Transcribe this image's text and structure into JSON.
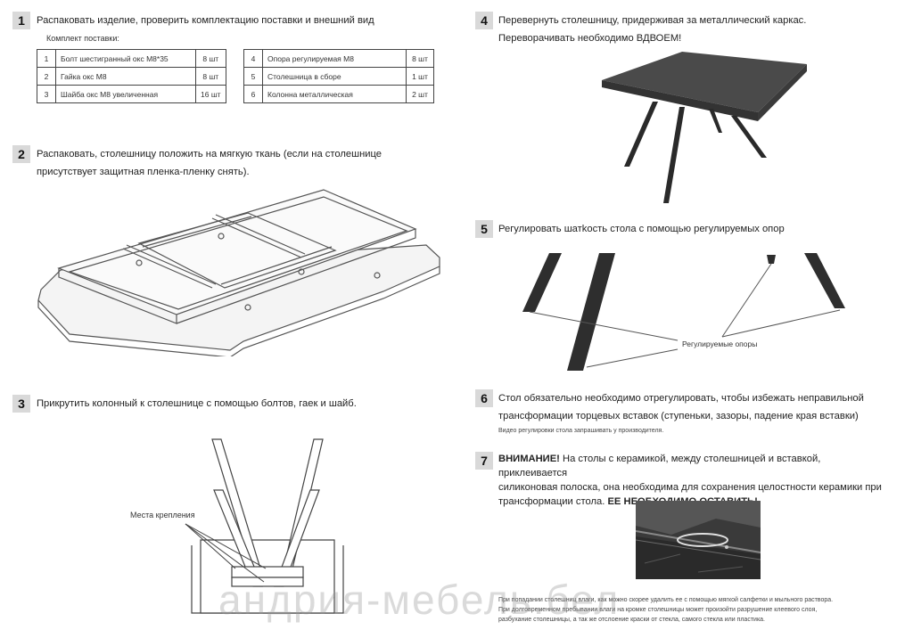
{
  "steps": {
    "s1": {
      "num": "1",
      "text": "Распаковать изделие, проверить комплектацию поставки и внешний вид"
    },
    "s2": {
      "num": "2",
      "line1": "Распаковать, столешницу положить на мягкую ткань (если на столешнице",
      "line2": "присутствует защитная пленка-пленку снять)."
    },
    "s3": {
      "num": "3",
      "text": "Прикрутить колонный к столешнице с помощью болтов, гаек и шайб."
    },
    "s4": {
      "num": "4",
      "line1": "Перевернуть столешницу, придерживая за металлический каркас.",
      "line2": "Переворачивать необходимо ВДВОЕМ!"
    },
    "s5": {
      "num": "5",
      "text": "Регулировать шатkость стола с помощью регулируемых опор"
    },
    "s6": {
      "num": "6",
      "line1": "Стол обязательно необходимо отрегулировать, чтобы избежать неправильной",
      "line2": "трансформации торцевых вставок (ступеньки, зазоры, падение края вставки)",
      "note": "Видео регулировки стола запрашивать у производителя."
    },
    "s7": {
      "num": "7",
      "warn": "ВНИМАНИЕ!",
      "line1": "На столы с керамикой, между столешницей и вставкой, приклеивается",
      "line2": "силиконовая полоска, она необходима для сохранения целостности керамики при",
      "line3_plain": "трансформации стола.",
      "line3_bold": "ЕЕ НЕОБХОДИМО ОСТАВИТЬ!"
    }
  },
  "kit": {
    "title": "Комплект поставки:",
    "left": [
      {
        "n": "1",
        "name": "Болт шестигранный окс М8*35",
        "qty": "8 шт"
      },
      {
        "n": "2",
        "name": "Гайка окс М8",
        "qty": "8 шт"
      },
      {
        "n": "3",
        "name": "Шайба окс М8 увеличенная",
        "qty": "16 шт"
      }
    ],
    "right": [
      {
        "n": "4",
        "name": "Опора регулируемая М8",
        "qty": "8 шт"
      },
      {
        "n": "5",
        "name": "Столешница в сборе",
        "qty": "1 шт"
      },
      {
        "n": "6",
        "name": "Колонна металлическая",
        "qty": "2 шт"
      }
    ]
  },
  "labels": {
    "mounting": "Места крепления",
    "feet": "Регулируемые опоры"
  },
  "footnote": {
    "l1": "При попадании столешниц влаги, как можно скорее удалить ее с помощью мягкой салфетки и мыльного раствора.",
    "l2": "При долговременном пребывании влаги на кромке столешницы может произойти разрушение клеевого слоя,",
    "l3": "разбухание столешницы, а так же отслоение краски от стекла, самого стекла или пластика."
  },
  "watermark": "андрия-мебель.бел",
  "colors": {
    "badge": "#d9d9d9",
    "frame": "#555555",
    "leg": "#2a2a2a"
  }
}
